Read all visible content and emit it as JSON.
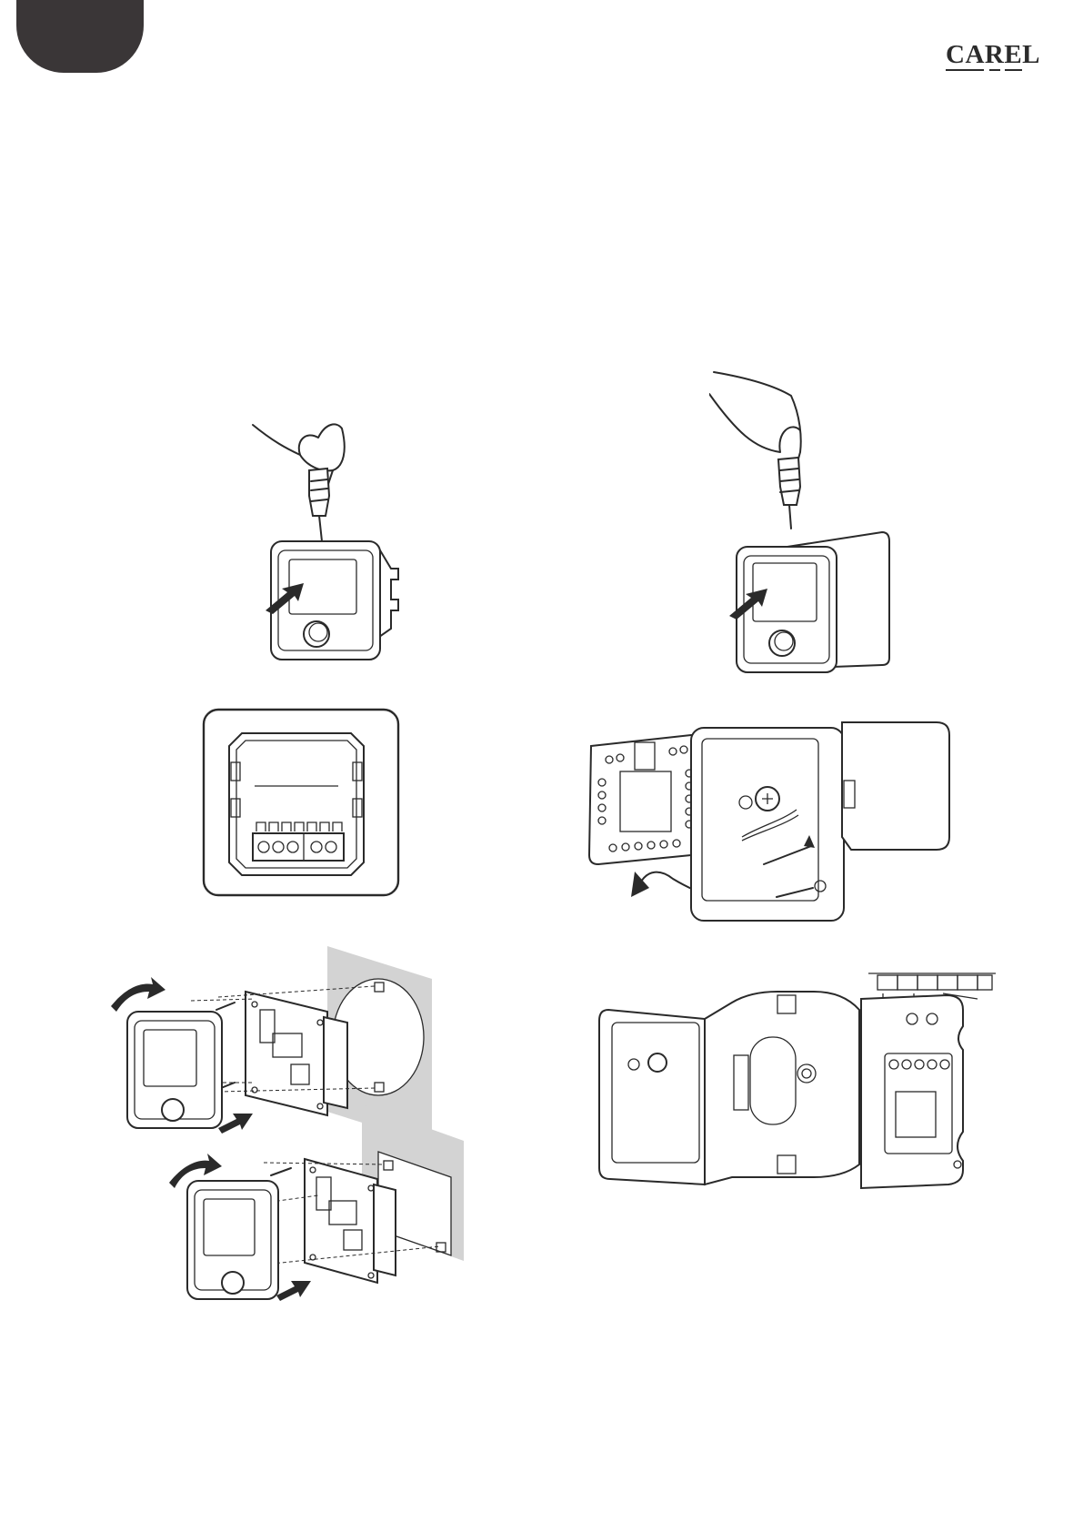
{
  "header": {
    "brand": "CAREL",
    "tab_color": "#3a3637"
  },
  "figures": [
    {
      "id": "open-panel-screwdriver",
      "icon": "screwdriver-icon"
    },
    {
      "id": "open-wall-unit-screwdriver",
      "icon": "screwdriver-icon"
    },
    {
      "id": "panel-rear-terminals",
      "icon": "terminal-block-icon"
    },
    {
      "id": "wall-unit-open-hinged",
      "icon": "hinge-icon"
    },
    {
      "id": "mount-on-round-box",
      "icon": "wall-box-icon"
    },
    {
      "id": "wall-unit-open-full",
      "icon": "enclosure-icon"
    },
    {
      "id": "mount-on-square-box",
      "icon": "wall-box-icon"
    }
  ]
}
